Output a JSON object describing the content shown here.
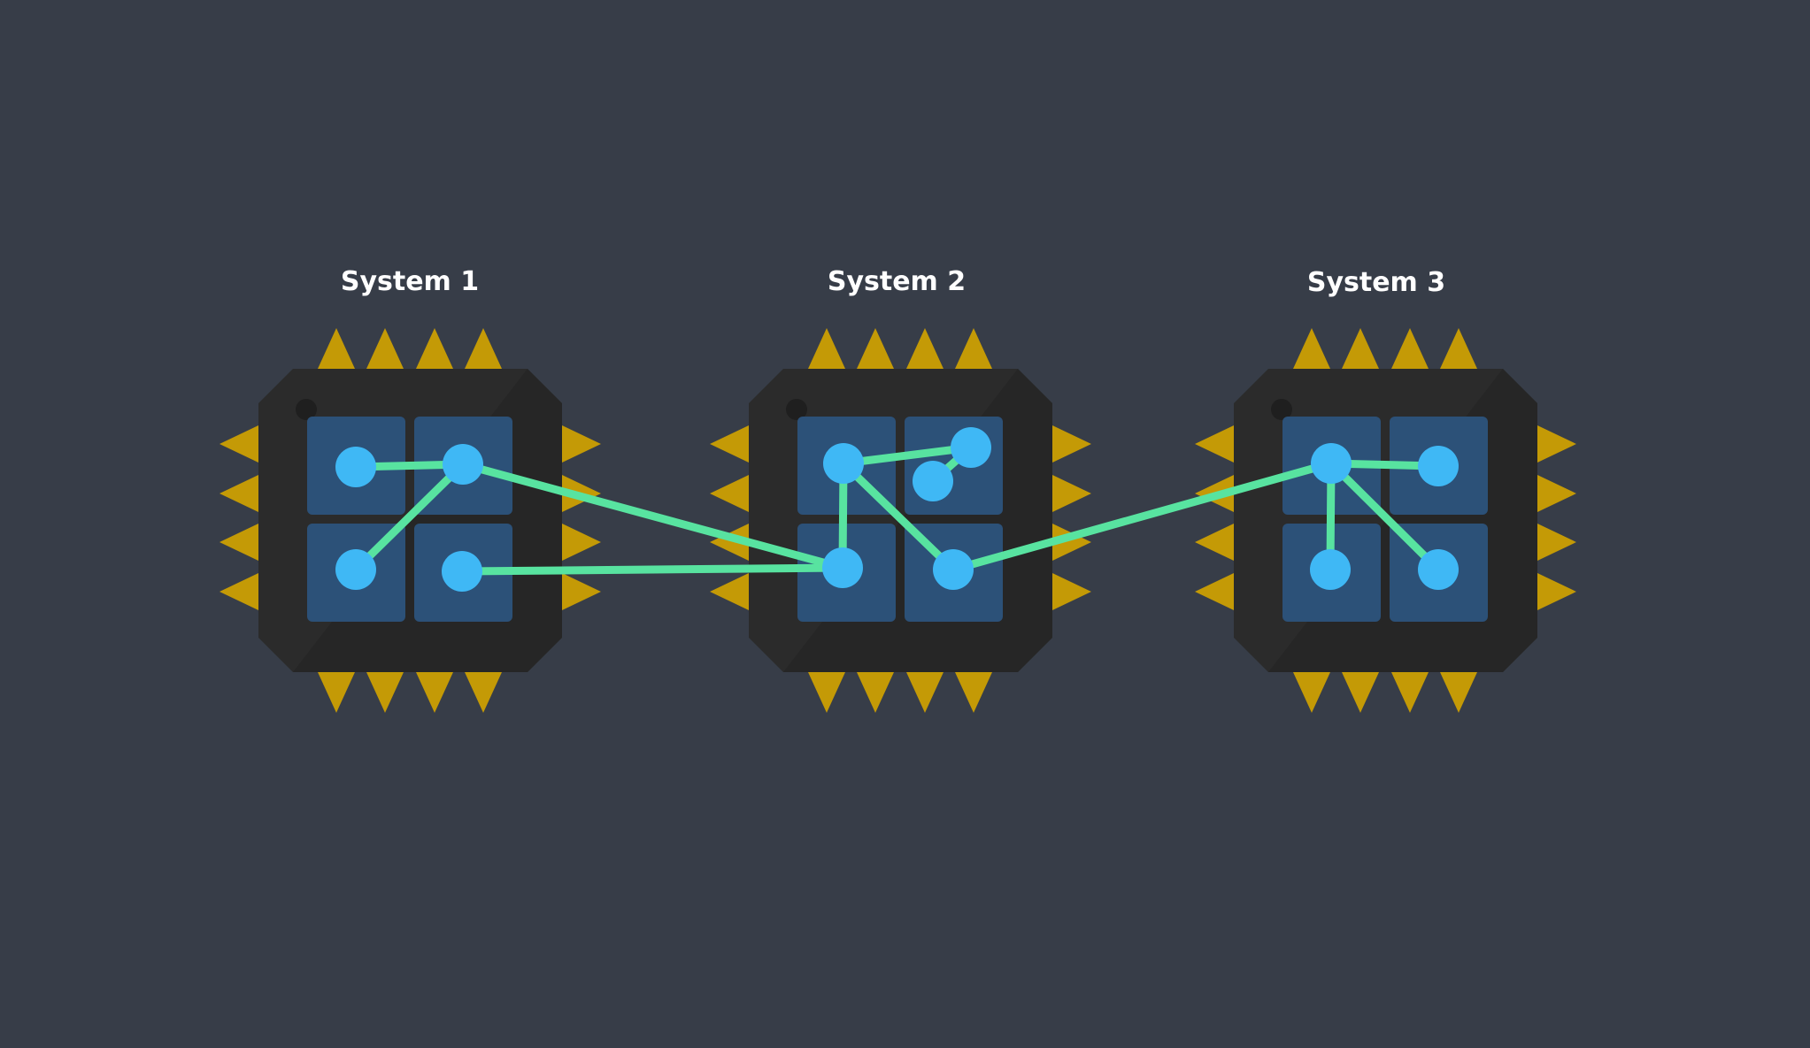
{
  "diagram": {
    "background": "#373d48",
    "colors": {
      "chip_body": "#2b2b2b",
      "chip_shade": "#232323",
      "pin": "#c49a06",
      "cell": "#2c5178",
      "node": "#3fb8f5",
      "link": "#58e3a0"
    },
    "systems": [
      {
        "id": "s1",
        "title": "System 1"
      },
      {
        "id": "s2",
        "title": "System 2"
      },
      {
        "id": "s3",
        "title": "System 3"
      }
    ],
    "nodes": [
      {
        "id": "s1a",
        "system": "s1",
        "cell": "top-left"
      },
      {
        "id": "s1b",
        "system": "s1",
        "cell": "top-right"
      },
      {
        "id": "s1c",
        "system": "s1",
        "cell": "bottom-left"
      },
      {
        "id": "s1d",
        "system": "s1",
        "cell": "bottom-right"
      },
      {
        "id": "s2a",
        "system": "s2",
        "cell": "top-left"
      },
      {
        "id": "s2b",
        "system": "s2",
        "cell": "top-right"
      },
      {
        "id": "s2c",
        "system": "s2",
        "cell": "top-right"
      },
      {
        "id": "s2d",
        "system": "s2",
        "cell": "bottom-left"
      },
      {
        "id": "s2e",
        "system": "s2",
        "cell": "bottom-right"
      },
      {
        "id": "s3a",
        "system": "s3",
        "cell": "top-left"
      },
      {
        "id": "s3b",
        "system": "s3",
        "cell": "top-right"
      },
      {
        "id": "s3c",
        "system": "s3",
        "cell": "bottom-left"
      },
      {
        "id": "s3d",
        "system": "s3",
        "cell": "bottom-right"
      }
    ],
    "links": [
      [
        "s1a",
        "s1b"
      ],
      [
        "s1b",
        "s1c"
      ],
      [
        "s1b",
        "s2d"
      ],
      [
        "s1d",
        "s2d"
      ],
      [
        "s2a",
        "s2b"
      ],
      [
        "s2b",
        "s2c"
      ],
      [
        "s2a",
        "s2d"
      ],
      [
        "s2a",
        "s2e"
      ],
      [
        "s2e",
        "s3a"
      ],
      [
        "s3a",
        "s3b"
      ],
      [
        "s3a",
        "s3c"
      ],
      [
        "s3a",
        "s3d"
      ]
    ]
  }
}
